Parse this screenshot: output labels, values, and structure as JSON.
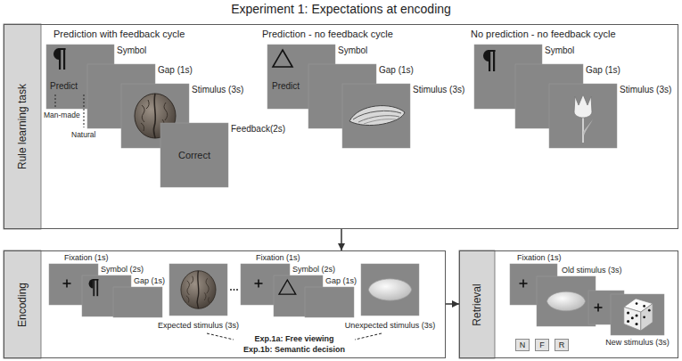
{
  "diagram": {
    "title": "Experiment 1: Expectations at encoding",
    "nodes": [
      {
        "text": [
          "Rule learning task"
        ]
      },
      {
        "text": [
          "Symbol",
          "Predict"
        ],
        "in": 0
      },
      {
        "text": [
          "Feedback(2s)",
          "Correct"
        ],
        "in": 0
      },
      {
        "text": [
          "Symbol",
          "Predict"
        ],
        "in": 0
      },
      {
        "text": [
          "Encoding"
        ]
      },
      {
        "text": [
          "Retrieval"
        ]
      },
      {
        "text": [
          "N"
        ],
        "in": 5
      },
      {
        "text": [
          "F"
        ],
        "in": 5
      },
      {
        "text": [
          "R"
        ],
        "in": 5
      }
    ],
    "edges": [
      {
        "from": 0,
        "to": 4,
        "arrow": "to"
      },
      {
        "from": 4,
        "to": 5,
        "arrow": "to"
      }
    ],
    "labels": [
      "Prediction with feedback cycle",
      "Man-made",
      "Natural",
      "Gap (1s)",
      "Stimulus (3s)",
      "Prediction - no feedback cycle",
      "Gap (1s)",
      "Stimulus (3s)",
      "No prediction - no feedback cycle",
      "Symbol",
      "Gap (1s)",
      "Stimulus (3s)",
      "Fixation (1s)",
      "Symbol (2s)",
      "Gap (1s)",
      "Expected stimulus (3s)",
      "Fixation (1s)",
      "Symbol (2s)",
      "Gap (1s)",
      "Unexpected stimulus (3s)",
      "Exp.1a: Free viewing",
      "Exp.1b: Semantic decision",
      "Fixation (1s)",
      "Old stimulus (3s)",
      "New stimulus (3s)"
    ]
  }
}
